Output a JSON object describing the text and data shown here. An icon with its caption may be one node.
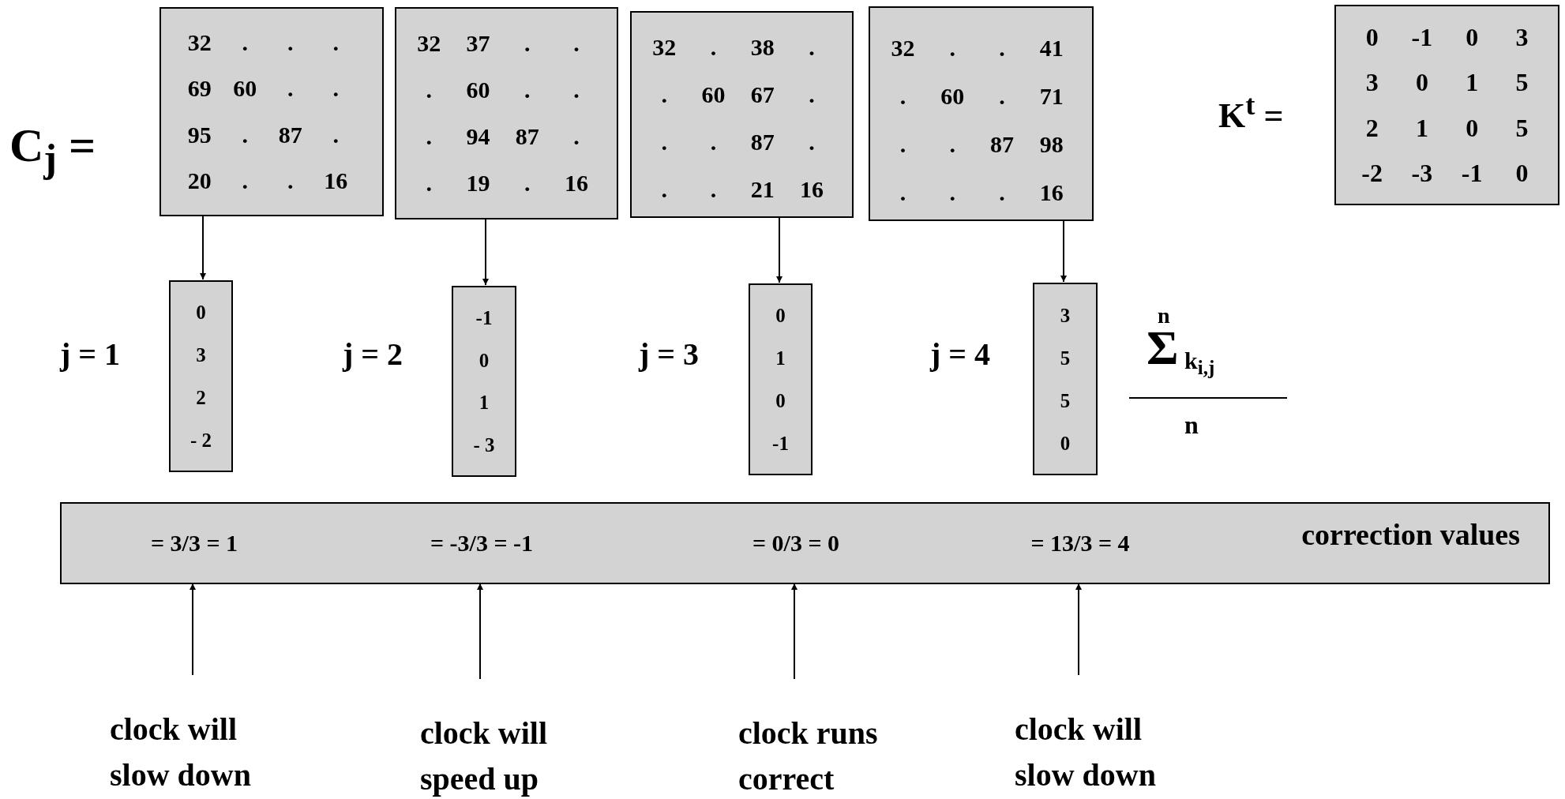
{
  "diagram": {
    "nodes": [
      {
        "text": [
          "32",
          ".",
          ".",
          ".",
          "69",
          "60",
          ".",
          ".",
          "95",
          ".",
          "87",
          ".",
          "20",
          ".",
          ".",
          "16"
        ]
      },
      {
        "text": [
          "32",
          "37",
          ".",
          ".",
          ".",
          "60",
          ".",
          ".",
          ".",
          "94",
          "87",
          ".",
          ".",
          "19",
          ".",
          "16"
        ]
      },
      {
        "text": [
          "32",
          ".",
          "38",
          ".",
          ".",
          "60",
          "67",
          ".",
          ".",
          ".",
          "87",
          ".",
          ".",
          ".",
          "21",
          "16"
        ]
      },
      {
        "text": [
          "32",
          ".",
          ".",
          "41",
          ".",
          "60",
          ".",
          "71",
          ".",
          ".",
          "87",
          "98",
          ".",
          ".",
          ".",
          "16"
        ]
      },
      {
        "text": [
          "0",
          "-1",
          "0",
          "3",
          "3",
          "0",
          "1",
          "5",
          "2",
          "1",
          "0",
          "5",
          "-2",
          "-3",
          "-1",
          "0"
        ]
      },
      {
        "text": [
          "0",
          "3",
          "2",
          "- 2"
        ],
        "beside": [
          "j = 1"
        ]
      },
      {
        "text": [
          "-1",
          "0",
          "1",
          "- 3"
        ],
        "beside": [
          "j = 2"
        ]
      },
      {
        "text": [
          "0",
          "1",
          "0",
          "-1"
        ],
        "beside": [
          "j = 3"
        ]
      },
      {
        "text": [
          "3",
          "5",
          "5",
          "0"
        ],
        "beside": [
          "j = 4"
        ]
      },
      {
        "text": [
          "correction values"
        ]
      },
      {
        "text": [
          "= 3/3 = 1"
        ],
        "in": 9
      },
      {
        "text": [
          "= -3/3 = -1"
        ],
        "in": 9
      },
      {
        "text": [
          "= 0/3 = 0"
        ],
        "in": 9
      },
      {
        "text": [
          "= 13/3 = 4"
        ],
        "in": 9
      },
      {
        "text": [
          "clock will slow down"
        ]
      },
      {
        "text": [
          "clock will speed up"
        ]
      },
      {
        "text": [
          "clock runs correct"
        ]
      },
      {
        "text": [
          "clock will slow down"
        ]
      }
    ],
    "edges": [
      {
        "from": 0,
        "to": 5,
        "arrow": "to"
      },
      {
        "from": 1,
        "to": 6,
        "arrow": "to"
      },
      {
        "from": 2,
        "to": 7,
        "arrow": "to"
      },
      {
        "from": 3,
        "to": 8,
        "arrow": "to"
      },
      {
        "from": 14,
        "to": 10,
        "arrow": "to"
      },
      {
        "from": 15,
        "to": 11,
        "arrow": "to"
      },
      {
        "from": 16,
        "to": 12,
        "arrow": "to"
      },
      {
        "from": 17,
        "to": 13,
        "arrow": "to"
      }
    ],
    "labels": [
      "C$_{j}$ =",
      "K$^{t}$ =",
      "n",
      "Σ",
      "k$_{i,j}$",
      "n"
    ]
  }
}
